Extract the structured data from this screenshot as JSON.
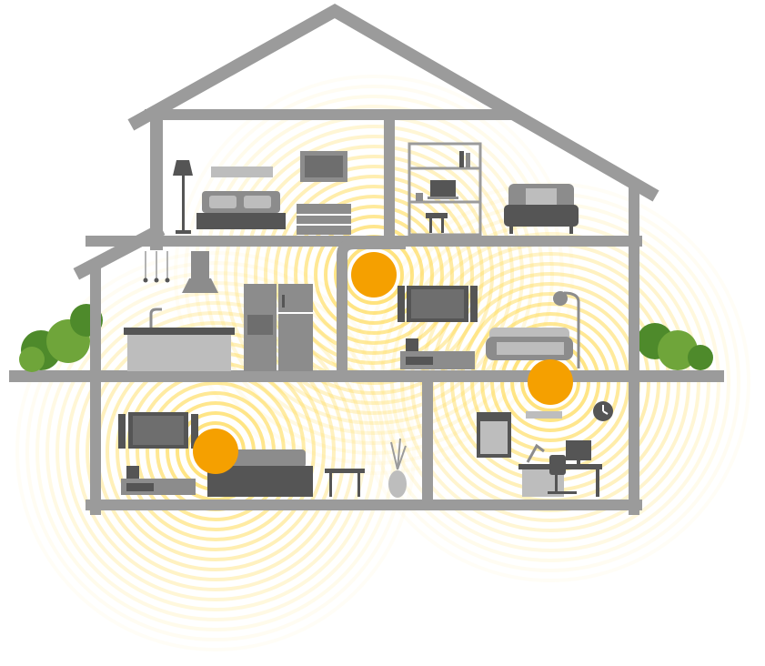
{
  "colors": {
    "wall": "#9b9b9b",
    "furniture": "#8c8c8c",
    "furniture_dark": "#555555",
    "furniture_light": "#bdbdbd",
    "screen": "#6e6e6e",
    "signal_ring": "#ffd84a",
    "node": "#f5a000",
    "bush_dark": "#4e8a2b",
    "bush_light": "#6fa53a",
    "background": "#ffffff"
  },
  "icons": {
    "node": "wifi-mesh-node-icon",
    "signal": "signal-wave-icon"
  },
  "mesh_nodes": [
    {
      "room": "living-room"
    },
    {
      "room": "office"
    },
    {
      "room": "lounge"
    }
  ]
}
